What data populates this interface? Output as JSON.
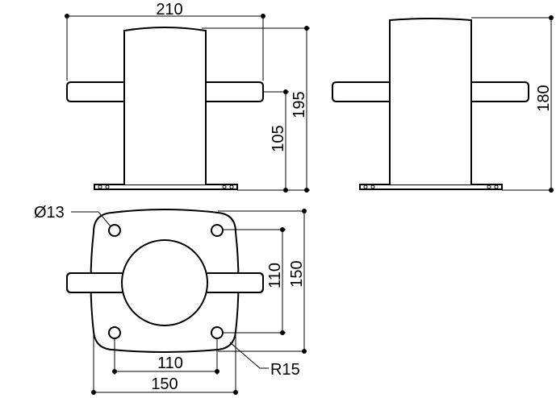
{
  "drawing": {
    "front_view": {
      "width_dim": "210",
      "height_dim": "195",
      "arm_height_dim": "105"
    },
    "side_view": {
      "height_dim": "180"
    },
    "top_view": {
      "hole_dim": "Ø13",
      "hole_spacing_v": "110",
      "plate_height": "150",
      "hole_spacing_h": "110",
      "plate_width": "150",
      "corner_radius": "R15"
    }
  }
}
